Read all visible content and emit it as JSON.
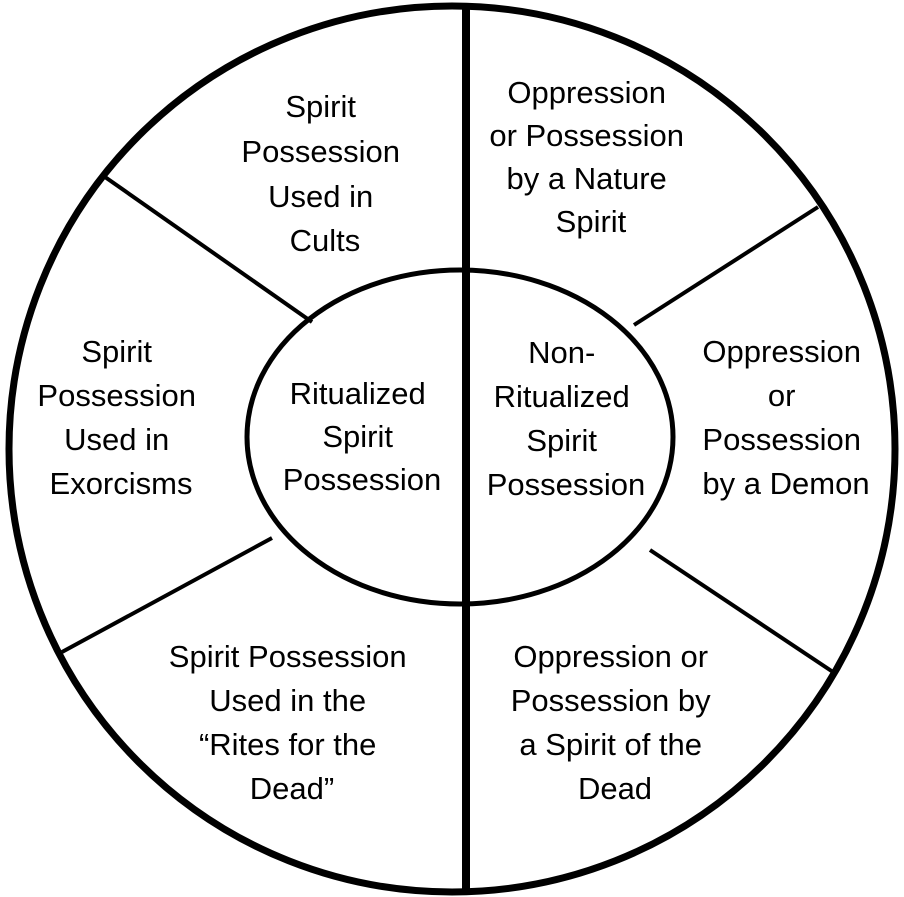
{
  "center": {
    "left": {
      "lines": [
        "Ritualized",
        "Spirit",
        "Possession"
      ]
    },
    "right": {
      "lines": [
        "Non-",
        "Ritualized",
        "Spirit",
        "Possession"
      ]
    }
  },
  "segments": {
    "top_left": {
      "lines": [
        "Spirit",
        "Possession",
        "Used in",
        "Cults"
      ]
    },
    "middle_left": {
      "lines": [
        "Spirit",
        "Possession",
        "Used in",
        "Exorcisms"
      ]
    },
    "bottom_left": {
      "lines": [
        "Spirit Possession",
        "Used in the",
        "“Rites for the",
        "Dead”"
      ]
    },
    "top_right": {
      "lines": [
        "Oppression",
        "or Possession",
        "by a Nature",
        "Spirit"
      ]
    },
    "middle_right": {
      "lines": [
        "Oppression",
        "or",
        "Possession",
        "by a Demon"
      ]
    },
    "bottom_right": {
      "lines": [
        "Oppression or",
        "Possession by",
        "a Spirit of the",
        "Dead"
      ]
    }
  },
  "colors": {
    "stroke": "#000000",
    "background": "#ffffff"
  }
}
